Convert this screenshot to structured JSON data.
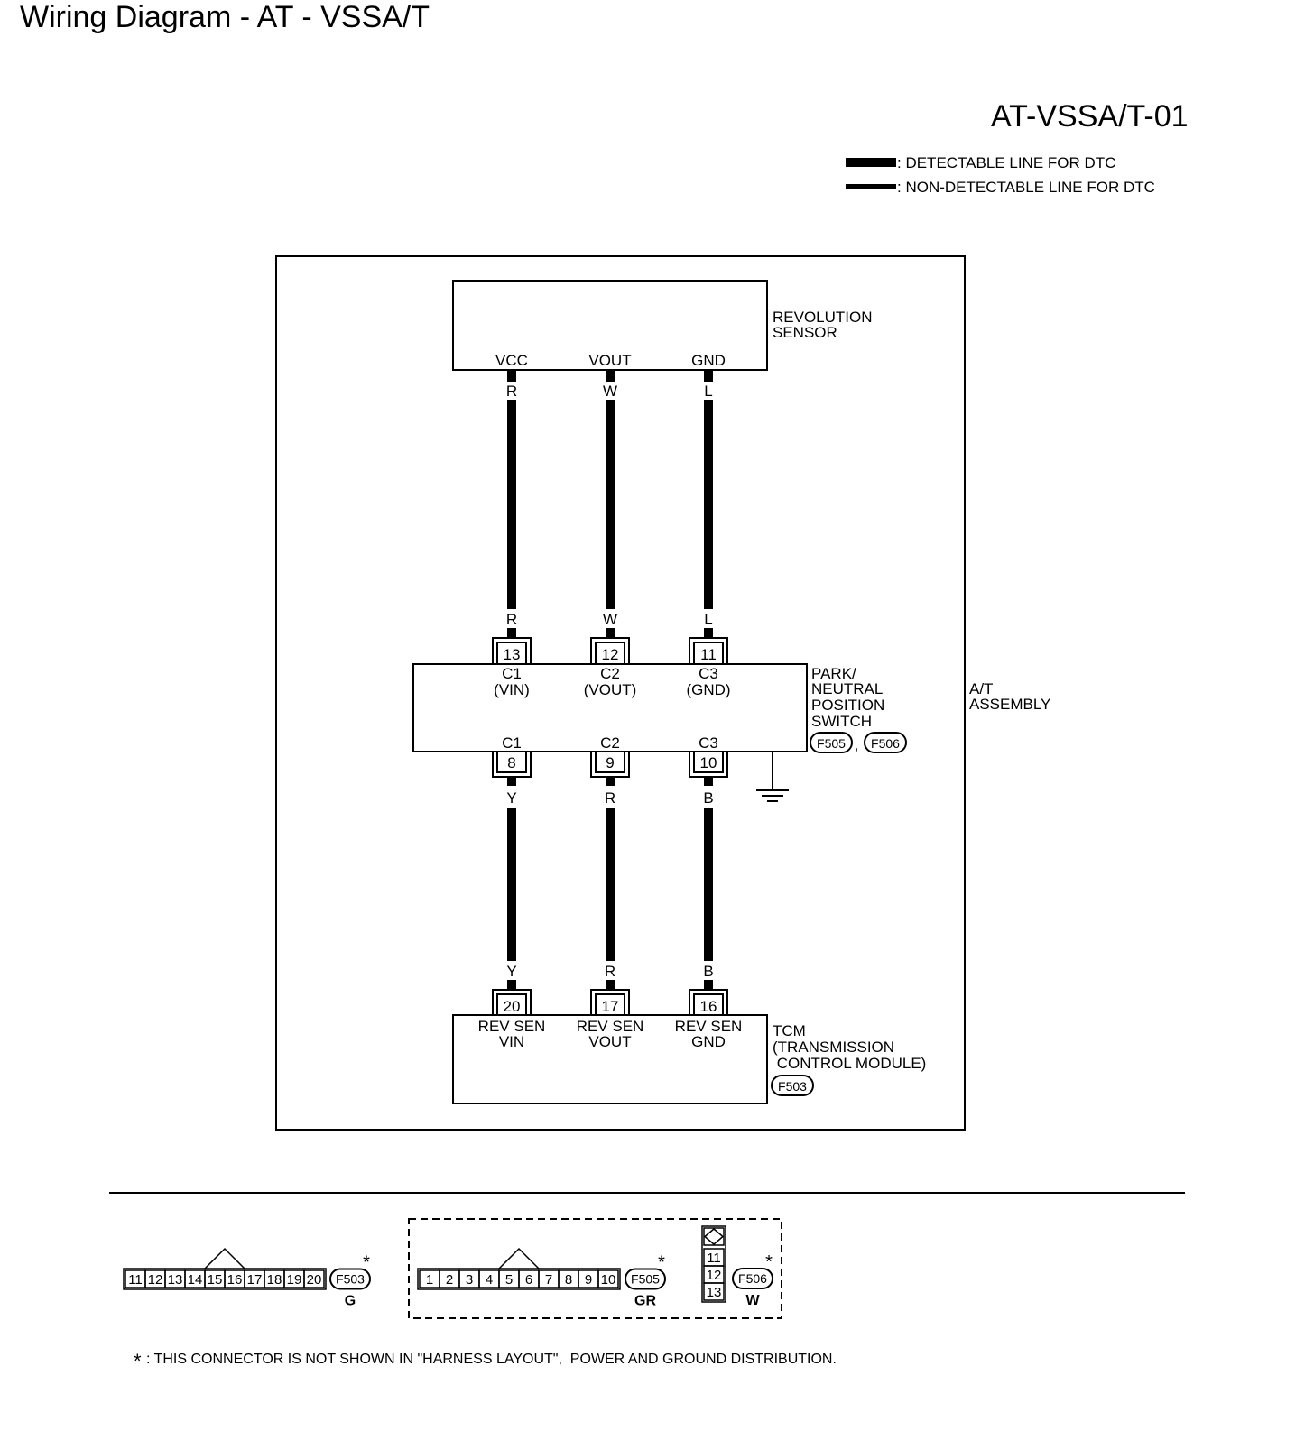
{
  "page_title": "Wiring Diagram - AT - VSSA/T",
  "diagram_code": "AT-VSSA/T-01",
  "legend": {
    "detectable": ": DETECTABLE LINE FOR DTC",
    "non_detectable": ": NON-DETECTABLE LINE FOR DTC"
  },
  "revolution_sensor": {
    "label_lines": [
      "REVOLUTION",
      "SENSOR"
    ],
    "pins": [
      "VCC",
      "VOUT",
      "GND"
    ]
  },
  "wire_colors_upper": [
    "R",
    "W",
    "L"
  ],
  "pn_switch": {
    "label_lines": [
      "PARK/",
      "NEUTRAL",
      "POSITION",
      "SWITCH"
    ],
    "top_connector_pins": [
      "13",
      "12",
      "11"
    ],
    "top_terminals": [
      [
        "C1",
        "(VIN)"
      ],
      [
        "C2",
        "(VOUT)"
      ],
      [
        "C3",
        "(GND)"
      ]
    ],
    "bottom_terminals": [
      "C1",
      "C2",
      "C3"
    ],
    "bottom_connector_pins": [
      "8",
      "9",
      "10"
    ],
    "connectors": [
      "F505",
      "F506"
    ],
    "connector_separator": ","
  },
  "at_assembly": {
    "label_lines": [
      "A/T",
      "ASSEMBLY"
    ]
  },
  "wire_colors_lower": [
    "Y",
    "R",
    "B"
  ],
  "tcm": {
    "label_lines": [
      "TCM",
      "(TRANSMISSION",
      " CONTROL MODULE)"
    ],
    "connector_pins": [
      "20",
      "17",
      "16"
    ],
    "terminals": [
      [
        "REV SEN",
        "VIN"
      ],
      [
        "REV SEN",
        "VOUT"
      ],
      [
        "REV SEN",
        "GND"
      ]
    ],
    "connector": "F503"
  },
  "connector_views": {
    "f503": {
      "pins": [
        "11",
        "12",
        "13",
        "14",
        "15",
        "16",
        "17",
        "18",
        "19",
        "20"
      ],
      "id": "F503",
      "color": "G",
      "asterisk": "*"
    },
    "f505": {
      "pins": [
        "1",
        "2",
        "3",
        "4",
        "5",
        "6",
        "7",
        "8",
        "9",
        "10"
      ],
      "id": "F505",
      "color": "GR",
      "asterisk": "*"
    },
    "f506": {
      "pins": [
        "11",
        "12",
        "13"
      ],
      "id": "F506",
      "color": "W",
      "asterisk": "*"
    }
  },
  "footnote": {
    "mark": "*",
    "text": ": THIS CONNECTOR IS NOT SHOWN IN \"HARNESS LAYOUT\",  POWER AND GROUND DISTRIBUTION."
  }
}
